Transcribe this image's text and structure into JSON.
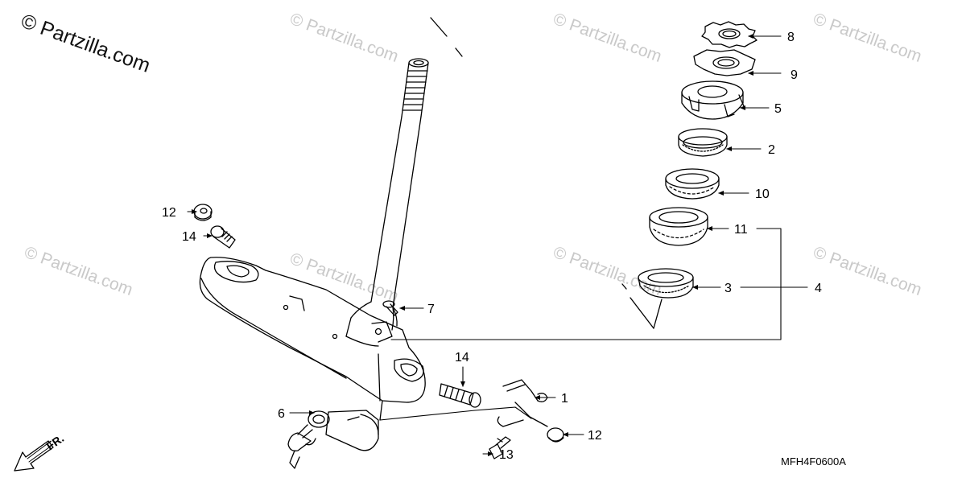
{
  "watermark": {
    "main": "© Partzilla.com",
    "repeat": "© Partzilla.com"
  },
  "diagram": {
    "code": "MFH4F0600A",
    "direction_label": "FR.",
    "callouts": {
      "p1": "1",
      "p2": "2",
      "p3": "3",
      "p4": "4",
      "p5": "5",
      "p6": "6",
      "p7": "7",
      "p8": "8",
      "p9": "9",
      "p10": "10",
      "p11": "11",
      "p12_top": "12",
      "p12_bottom": "12",
      "p13": "13",
      "p14_top": "14",
      "p14_mid": "14"
    }
  }
}
